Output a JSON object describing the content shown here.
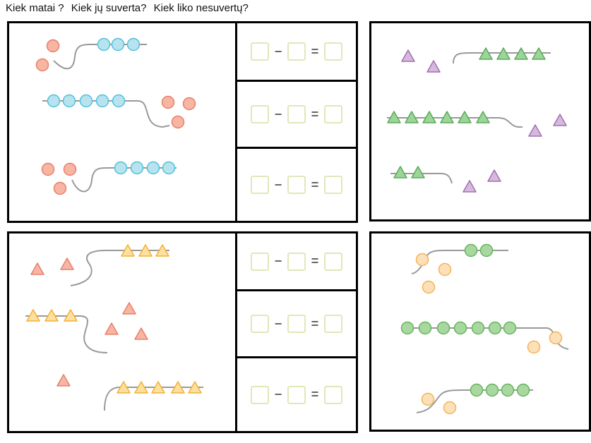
{
  "title": {
    "q1": "Kiek matai ?",
    "q2": "Kiek jų suverta?",
    "q3": "Kiek liko nesuvertų?"
  },
  "equation": {
    "minus": "−",
    "equals": "="
  },
  "colors": {
    "red_bead": "#f7b5a3",
    "blue_bead": "#b8e2ee",
    "green_triangle": "#9dd49a",
    "purple_triangle": "#d9b8e0",
    "orange_triangle": "#fde0a0",
    "orange_bead": "#fde0b8",
    "green_bead": "#a8d8a0",
    "answer_box": "#e0e8b8"
  }
}
